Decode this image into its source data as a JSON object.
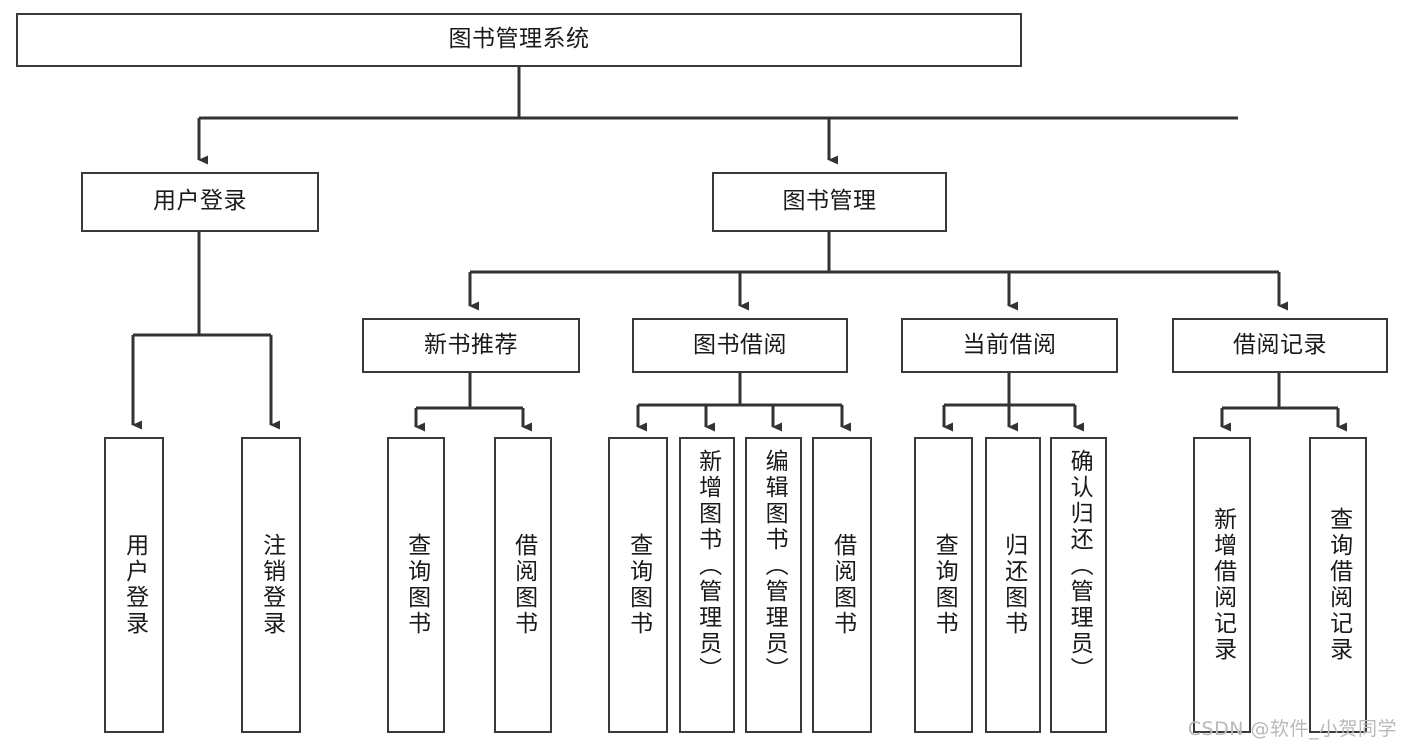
{
  "diagram": {
    "title": "图书管理系统",
    "type": "tree",
    "root": {
      "label": "图书管理系统"
    },
    "level2": [
      {
        "label": "用户登录"
      },
      {
        "label": "图书管理"
      }
    ],
    "level3": [
      {
        "label": "新书推荐"
      },
      {
        "label": "图书借阅"
      },
      {
        "label": "当前借阅"
      },
      {
        "label": "借阅记录"
      }
    ],
    "leaves": {
      "user_login": [
        {
          "label": "用户登录"
        },
        {
          "label": "注销登录"
        }
      ],
      "new_book_recommend": [
        {
          "label": "查询图书"
        },
        {
          "label": "借阅图书"
        }
      ],
      "book_borrow": [
        {
          "label": "查询图书"
        },
        {
          "label": "新增图书（管理员）"
        },
        {
          "label": "编辑图书（管理员）"
        },
        {
          "label": "借阅图书"
        }
      ],
      "current_borrow": [
        {
          "label": "查询图书"
        },
        {
          "label": "归还图书"
        },
        {
          "label": "确认归还（管理员）"
        }
      ],
      "borrow_record": [
        {
          "label": "新增借阅记录"
        },
        {
          "label": "查询借阅记录"
        }
      ]
    },
    "watermark": "CSDN @软件_小贺同学",
    "colors": {
      "border": "#3a3a3a",
      "text": "#1a1a1a",
      "background": "#ffffff",
      "edge": "#333333",
      "watermark": "#b9b9b9"
    }
  }
}
